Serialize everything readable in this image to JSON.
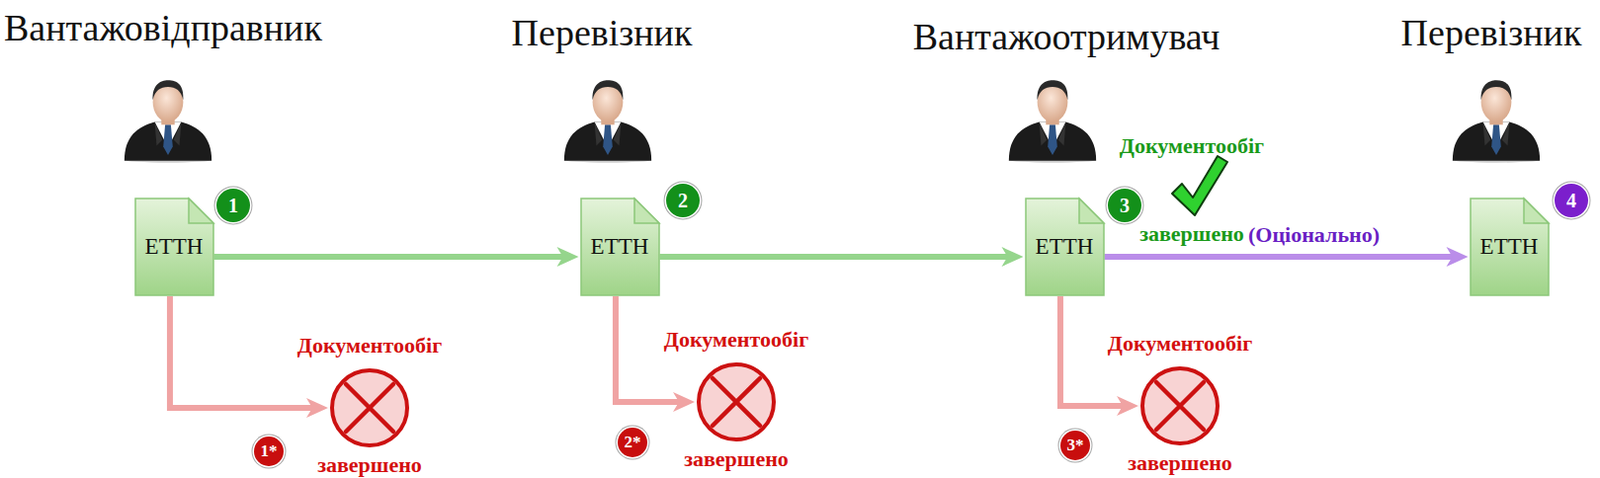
{
  "diagram": {
    "nodes": [
      {
        "text": [
          "ЕТТН"
        ]
      },
      {
        "text": [
          "Документообіг",
          "завершено"
        ]
      },
      {
        "text": [
          "ЕТТН"
        ]
      },
      {
        "text": [
          "Документообіг",
          "завершено"
        ]
      },
      {
        "text": [
          "ЕТТН"
        ]
      },
      {
        "text": [
          "Документообіг",
          "завершено"
        ]
      },
      {
        "text": [
          "ЕТТН"
        ]
      }
    ],
    "edges": [
      {
        "from": 0,
        "to": 2,
        "arrow": "to"
      },
      {
        "from": 2,
        "to": 4,
        "arrow": "to"
      },
      {
        "from": 4,
        "to": 6,
        "arrow": "to",
        "label": "(Оціонально)"
      },
      {
        "from": 0,
        "to": 1,
        "arrow": "to"
      },
      {
        "from": 2,
        "to": 3,
        "arrow": "to"
      },
      {
        "from": 4,
        "to": 5,
        "arrow": "to"
      }
    ],
    "labels": [
      "Вантажовідправник",
      "Перевізник",
      "Вантажоотримувач",
      "Перевізник",
      "1",
      "2",
      "3",
      "4",
      "1*",
      "2*",
      "3*",
      "Документообіг",
      "завершено"
    ]
  }
}
